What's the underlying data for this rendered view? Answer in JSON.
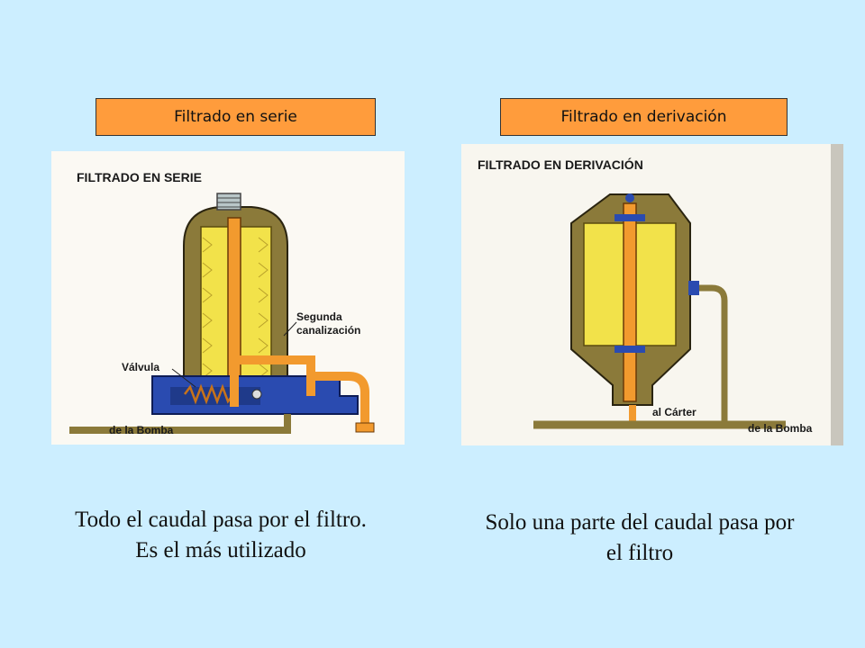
{
  "left": {
    "tab_label": "Filtrado en serie",
    "figure": {
      "title": "FILTRADO EN SERIE",
      "label_segunda_1": "Segunda",
      "label_segunda_2": "canalización",
      "label_valvula": "Válvula",
      "label_bomba": "de la Bomba"
    },
    "caption_line1": "Todo el caudal pasa por el filtro.",
    "caption_line2": "Es el más utilizado"
  },
  "right": {
    "tab_label": "Filtrado en derivación",
    "figure": {
      "title": "FILTRADO EN DERIVACIÓN",
      "label_carter": "al Cárter",
      "label_bomba": "de la Bomba"
    },
    "caption_line1": "Solo una parte del caudal pasa por",
    "caption_line2": "el filtro"
  },
  "colors": {
    "background": "#cceeff",
    "tab_fill": "#ff9c3c",
    "oil_orange": "#f29a2e",
    "filter_yellow": "#f2e24a",
    "housing_olive": "#8b7a3a",
    "base_blue": "#2a4bb0"
  }
}
